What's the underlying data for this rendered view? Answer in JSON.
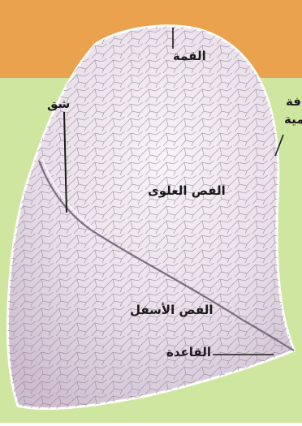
{
  "labels": {
    "apex": "القمة",
    "upper_lobe": "الفص العلوى",
    "lower_lobe": "الفص الأسفل",
    "base": "القاعدة",
    "fissure": "شق",
    "costal_surface_line1": "فة",
    "costal_surface_line2": "مية"
  },
  "colors": {
    "top_band": "#eba24f",
    "background": "#cfe6a0",
    "lung": "#e7dce6",
    "lung_highlight": "#f6f1f5",
    "lobule_lines": "#8e7a91",
    "leader_lines": "#1a1a1a"
  }
}
